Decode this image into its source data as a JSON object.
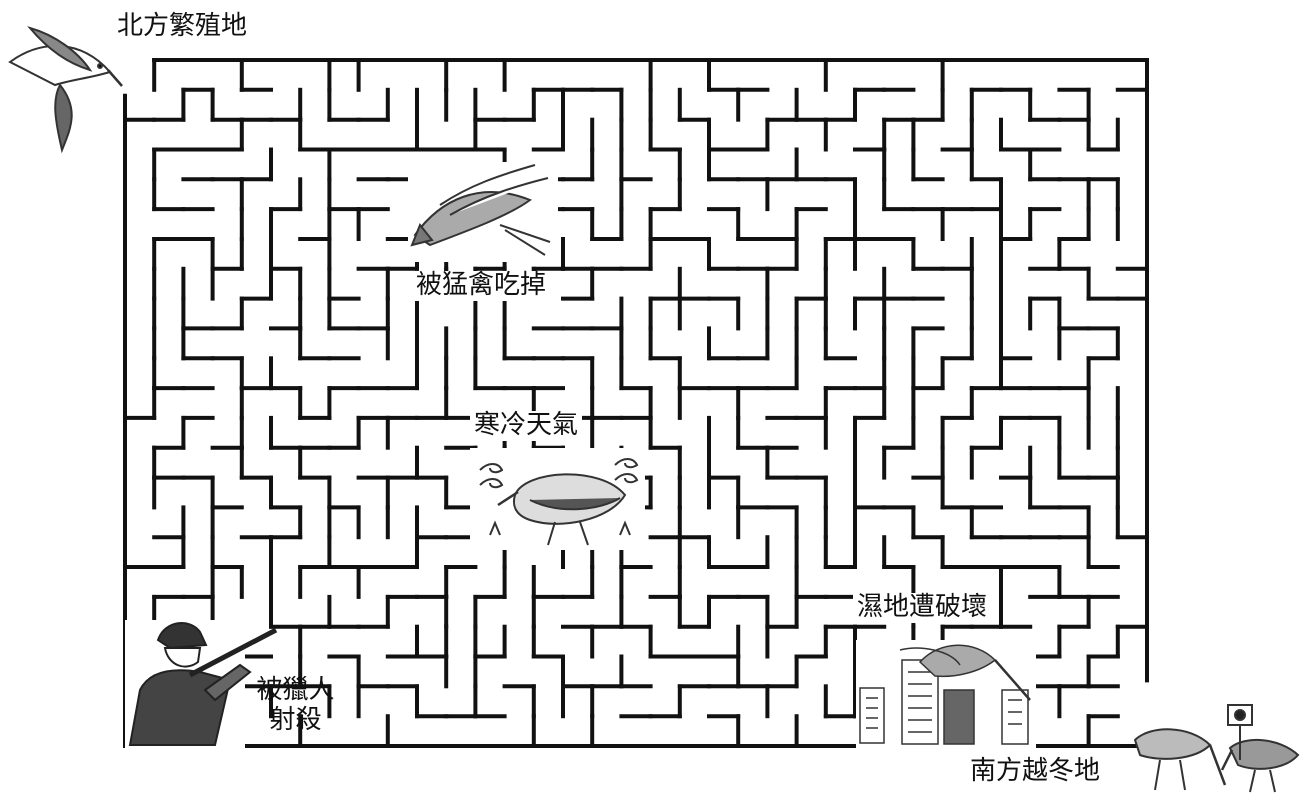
{
  "start": {
    "label": "北方繁殖地"
  },
  "goal": {
    "label": "南方越冬地"
  },
  "hazards": {
    "raptor": "被猛禽吃掉",
    "cold": "寒冷天氣",
    "wetland": "濕地遭破壞",
    "hunter_line1": "被獵人",
    "hunter_line2": "射殺"
  },
  "colors": {
    "wall": "#111111",
    "background": "#ffffff",
    "sketch": "#555555"
  },
  "icons": [
    "flying-shorebird-icon",
    "falcon-icon",
    "shorebird-cold-icon",
    "hunter-icon",
    "city-buildings-icon",
    "shorebird-pair-icon",
    "flag-icon"
  ]
}
